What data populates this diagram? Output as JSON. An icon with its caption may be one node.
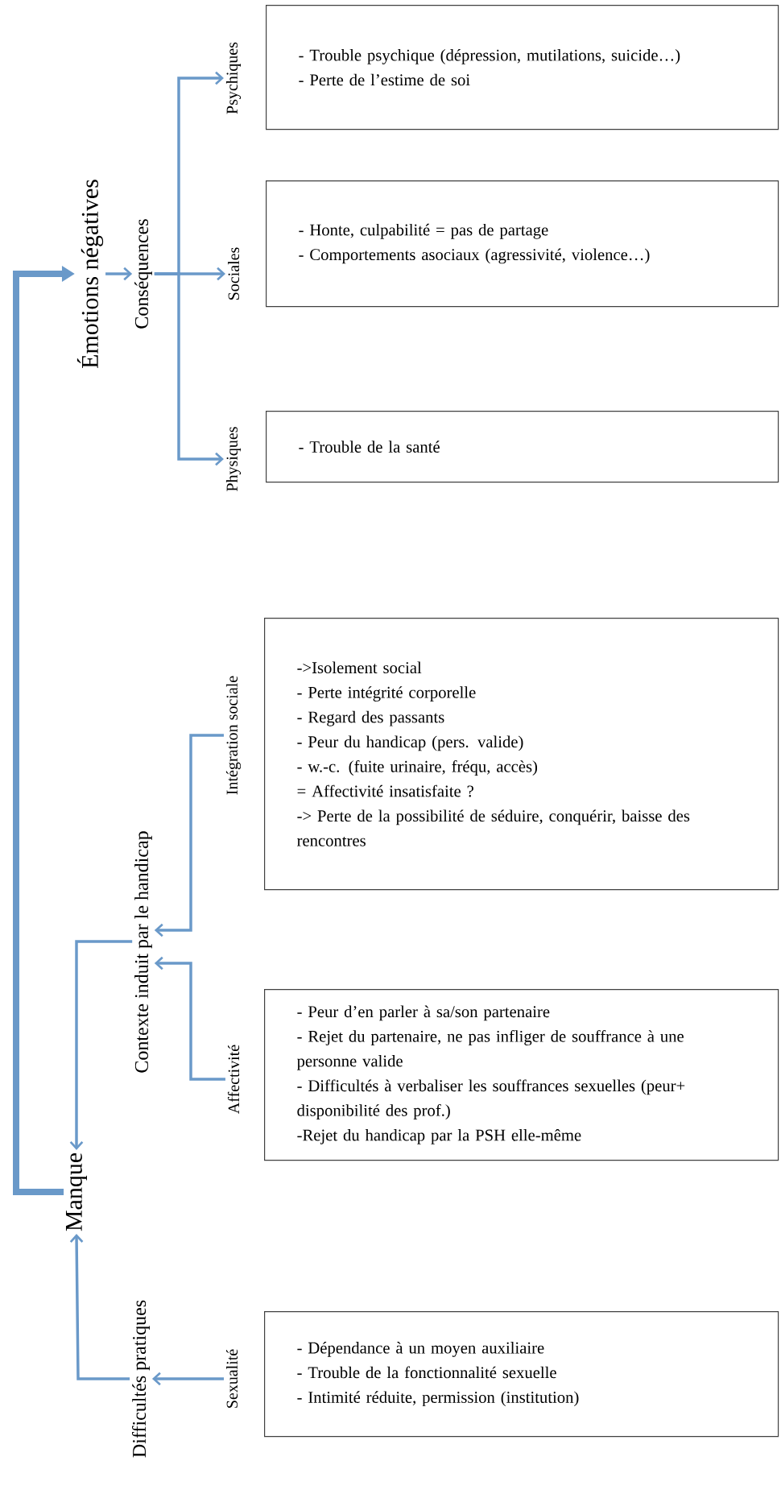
{
  "diagram": {
    "nodes": [
      {
        "text": [
          "Émotions négatives"
        ]
      },
      {
        "text": [
          "Conséquences"
        ]
      },
      {
        "text": [
          "Psychiques"
        ]
      },
      {
        "text": [
          "Sociales"
        ]
      },
      {
        "text": [
          "Physiques"
        ]
      },
      {
        "text": [
          "- Trouble psychique (dépression, mutilations, suicide…)",
          "- Perte de l’estime de soi"
        ]
      },
      {
        "text": [
          "- Honte, culpabilité = pas de partage",
          "- Comportements asociaux (agressivité, violence…)"
        ]
      },
      {
        "text": [
          "- Trouble de la santé"
        ]
      },
      {
        "text": [
          "Manque"
        ]
      },
      {
        "text": [
          "Contexte induit par le handicap"
        ]
      },
      {
        "text": [
          "Intégration sociale"
        ]
      },
      {
        "text": [
          "Affectivité"
        ]
      },
      {
        "text": [
          "->Isolement social",
          "- Perte intégrité corporelle",
          "- Regard des passants",
          "- Peur du handicap (pers. valide)",
          "- w.-c. (fuite urinaire, fréqu, accès)",
          "= Affectivité insatisfaite ?",
          "-> Perte de la possibilité de séduire, conquérir, baisse des rencontres"
        ]
      },
      {
        "text": [
          "- Peur d’en parler à sa/son partenaire",
          "- Rejet du partenaire, ne pas infliger de souffrance à une personne valide",
          "- Difficultés à verbaliser les souffrances sexuelles (peur+ disponibilité des prof.)",
          "-Rejet du handicap par la PSH elle-même"
        ]
      },
      {
        "text": [
          "Difficultés pratiques"
        ]
      },
      {
        "text": [
          "Sexualité"
        ]
      },
      {
        "text": [
          "- Dépendance à un moyen auxiliaire",
          "- Trouble de la fonctionnalité sexuelle",
          "- Intimité réduite, permission (institution)"
        ]
      }
    ],
    "edges": [
      {
        "from": 8,
        "to": 0,
        "arrow": "to",
        "style": "thick"
      },
      {
        "from": 0,
        "to": 1,
        "arrow": "to"
      },
      {
        "from": 1,
        "to": 2,
        "arrow": "to"
      },
      {
        "from": 1,
        "to": 3,
        "arrow": "to"
      },
      {
        "from": 1,
        "to": 4,
        "arrow": "to"
      },
      {
        "from": 10,
        "to": 9,
        "arrow": "to"
      },
      {
        "from": 11,
        "to": 9,
        "arrow": "to"
      },
      {
        "from": 9,
        "to": 8,
        "arrow": "to"
      },
      {
        "from": 15,
        "to": 14,
        "arrow": "to"
      },
      {
        "from": 14,
        "to": 8,
        "arrow": "to"
      }
    ]
  }
}
